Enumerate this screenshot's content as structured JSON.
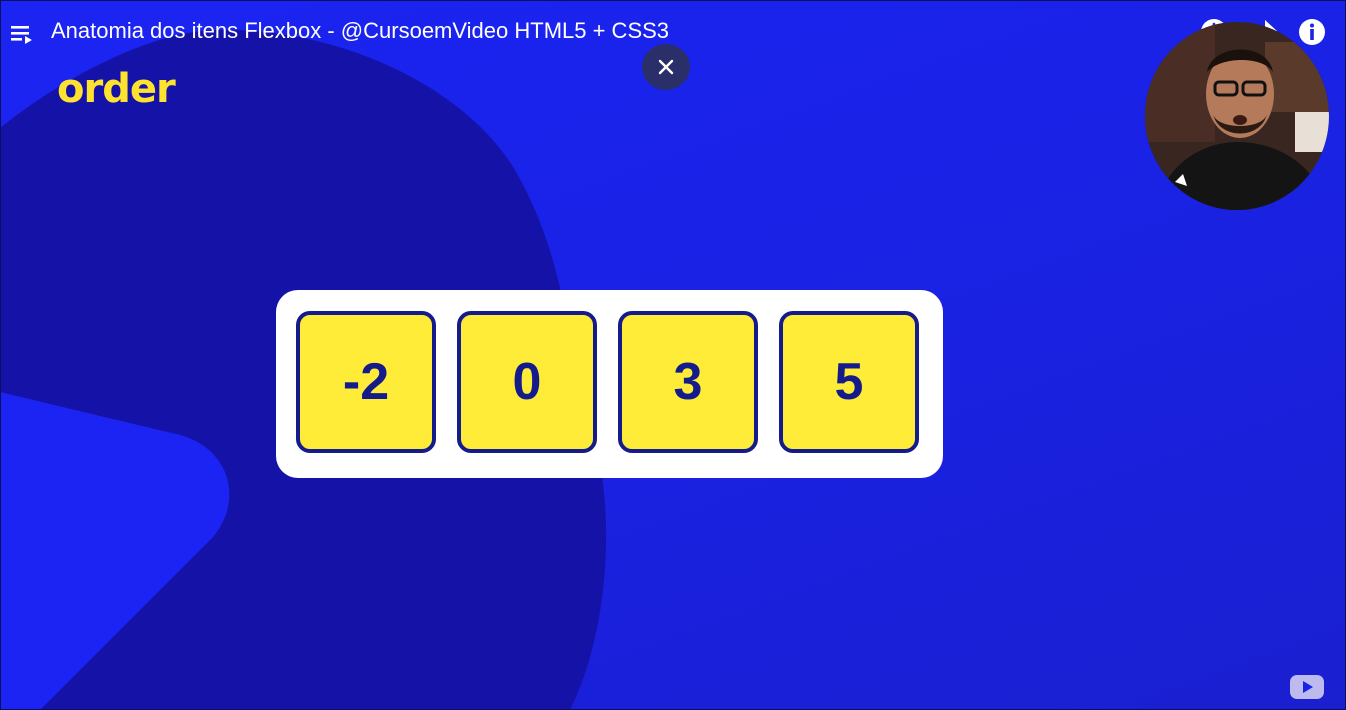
{
  "player": {
    "title": "Anatomia dos itens Flexbox - @CursoemVideo HTML5 + CSS3",
    "icons": {
      "playlist": "playlist-icon",
      "close": "close-icon",
      "watch_later": "clock-icon",
      "share": "share-icon",
      "info": "info-icon",
      "logo": "youtube-logo-icon"
    }
  },
  "slide": {
    "heading": "order",
    "items": [
      "-2",
      "0",
      "3",
      "5"
    ]
  },
  "colors": {
    "background": "#1a22e6",
    "blob": "#1512a8",
    "heading": "#ffe22e",
    "item_fill": "#ffec38",
    "item_border": "#141b8a",
    "panel": "#ffffff"
  }
}
